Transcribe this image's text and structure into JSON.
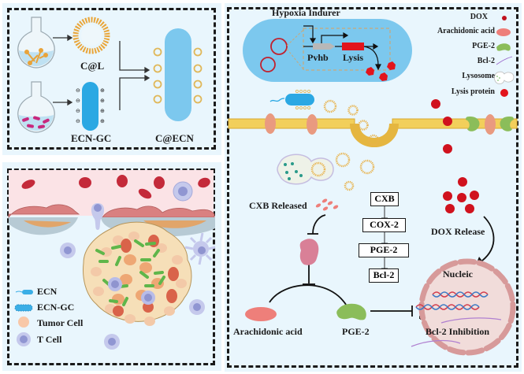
{
  "panel_synthesis": {
    "labels": {
      "liposome": "C@L",
      "bacteria": "ECN-GC",
      "product": "C@ECN"
    },
    "charge_signs": {
      "negative": "⊖",
      "positive": "⊕"
    }
  },
  "panel_tumor": {
    "legend": [
      {
        "label": "ECN",
        "icon": "ecn-bacterium-icon"
      },
      {
        "label": "ECN-GC",
        "icon": "ecn-gc-bacterium-icon"
      },
      {
        "label": "Tumor Cell",
        "icon": "tumor-cell-icon"
      },
      {
        "label": "T Cell",
        "icon": "t-cell-icon"
      }
    ]
  },
  "panel_mechanism": {
    "bacterium": {
      "title": "Hypoxia Indurer",
      "promoter": "Pvhb",
      "gene": "Lysis"
    },
    "legend": [
      {
        "label": "DOX",
        "icon": "dox-icon"
      },
      {
        "label": "Arachidonic acid",
        "icon": "arachidonic-acid-icon"
      },
      {
        "label": "PGE-2",
        "icon": "pge2-icon"
      },
      {
        "label": "Bcl-2",
        "icon": "bcl2-icon"
      },
      {
        "label": "Lysosome",
        "icon": "lysosome-icon"
      },
      {
        "label": "Lysis protein",
        "icon": "lysis-protein-icon"
      }
    ],
    "pathway_boxes": [
      "CXB",
      "COX-2",
      "PGE-2",
      "Bcl-2"
    ],
    "labels": {
      "cxb_released": "CXB Released",
      "dox_release": "DOX Release",
      "nucleic": "Nucleic",
      "arachidonic_acid": "Arachidonic acid",
      "pge2": "PGE-2",
      "bcl2_inhibition": "Bcl-2 Inhibition"
    }
  },
  "colors": {
    "panel_bg": "#e9f6fd",
    "bacterium_blue": "#5ec3ee",
    "dox_red": "#d0121e",
    "liposome_gold": "#e6b84a",
    "pge2_green": "#8bbd5a",
    "arachidonic_pink": "#ee7f7a",
    "nucleus": "#f1dcda"
  }
}
